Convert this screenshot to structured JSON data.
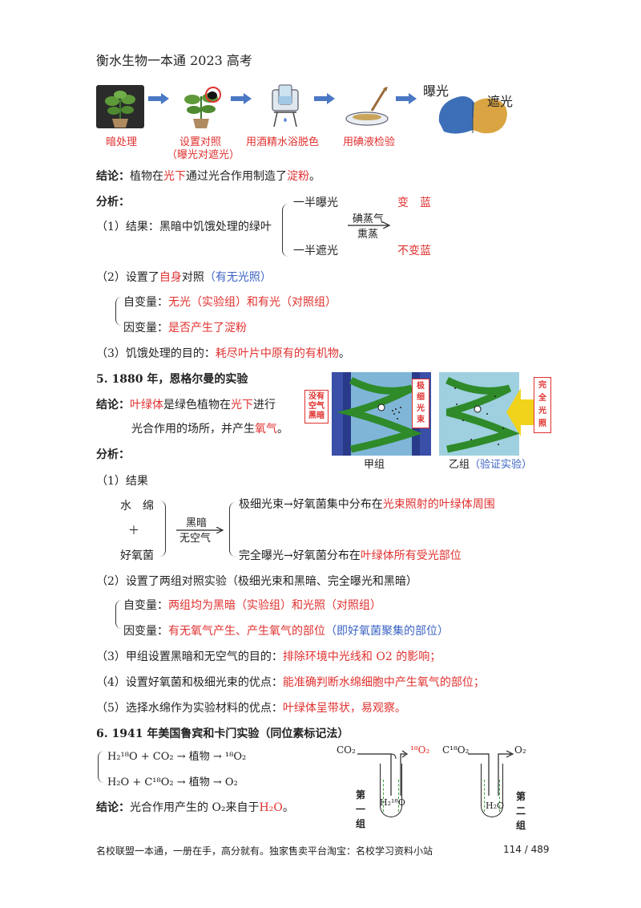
{
  "header": {
    "title": "衡水生物一本通 2023 高考"
  },
  "section4": {
    "steps": [
      {
        "label": "暗处理",
        "sub": ""
      },
      {
        "label": "设置对照",
        "sub": "（曝光对遮光）"
      },
      {
        "label": "用酒精水浴脱色",
        "sub": ""
      },
      {
        "label": "用碘液检验",
        "sub": ""
      }
    ],
    "leaf_labels": {
      "exposed": "曝光",
      "shaded": "遮光"
    },
    "conclusion": {
      "label": "结论：",
      "t1": "植物在",
      "t2": "光下",
      "t3": "通过光合作用制造了",
      "t4": "淀粉",
      "t5": "。"
    },
    "analysis_label": "分析：",
    "result": {
      "lead": "（1）结果：黑暗中饥饿处理的绿叶",
      "branch1": "一半曝光",
      "branch2": "一半遮光",
      "arrow_top": "碘蒸气",
      "arrow_bottom": "熏蒸",
      "res1": "变　蓝",
      "res2": "不变蓝"
    },
    "control": {
      "t1": "（2）设置了",
      "t2": "自身",
      "t3": "对照",
      "t4": "（有无光照）"
    },
    "vars": {
      "indep_label": "自变量：",
      "indep": "无光（实验组）和有光（对照组）",
      "dep_label": "因变量：",
      "dep": "是否产生了淀粉"
    },
    "purpose": {
      "t1": "（3）饥饿处理的目的：",
      "t2": "耗尽叶片中原有的有机物",
      "t3": "。"
    }
  },
  "section5": {
    "title": "5. 1880 年，恩格尔曼的实验",
    "conclusion": {
      "label": "结论：",
      "t1": "叶绿体",
      "t2": "是绿色植物在",
      "t3": "光下",
      "t4": "进行",
      "t5": "光合作用的场所，并产生",
      "t6": "氧气",
      "t7": "。"
    },
    "figure": {
      "left_tag": [
        "没有",
        "空气",
        "黑暗"
      ],
      "mid_tag": [
        "极",
        "细",
        "光",
        "束"
      ],
      "right_tag": [
        "完",
        "全",
        "光",
        "照"
      ],
      "cap1": "甲组",
      "cap2a": "乙组",
      "cap2b": "（验证实验）"
    },
    "analysis_label": "分析：",
    "result_label": "（1）结果",
    "left_top": "水　绵",
    "plus": "＋",
    "left_bottom": "好氧菌",
    "arrow_top": "黑暗",
    "arrow_bottom": "无空气",
    "branch1a": "极细光束→好氧菌集中分布在",
    "branch1b": "光束照射的叶绿体周围",
    "branch2a": "完全曝光→好氧菌分布在",
    "branch2b": "叶绿体所有受光部位",
    "control": "（2）设置了两组对照实验（极细光束和黑暗、完全曝光和黑暗）",
    "vars": {
      "indep_label": "自变量：",
      "indep": "两组均为黑暗（实验组）和光照（对照组）",
      "dep_label": "因变量：",
      "dep": "有无氧气产生、产生氧气的部位",
      "dep_note": "（即好氧菌聚集的部位）"
    },
    "q3": {
      "t1": "（3）甲组设置黑暗和无空气的目的：",
      "t2": "排除环境中光线和 O2 的影响；"
    },
    "q4": {
      "t1": "（4）设置好氧菌和极细光束的优点：",
      "t2": "能准确判断水绵细胞中产生氧气的部位；"
    },
    "q5": {
      "t1": "（5）选择水绵作为实验材料的优点：",
      "t2": "叶绿体呈带状，易观察。"
    }
  },
  "section6": {
    "title": "6. 1941 年美国鲁宾和卡门实验（同位素标记法）",
    "eq1": "H₂¹⁸O + CO₂ → 植物 → ¹⁸O₂",
    "eq2": "H₂O + C¹⁸O₂ → 植物 → O₂",
    "conclusion": {
      "label": "结论：",
      "t1": "光合作用产生的 O₂来自于",
      "t2": "H₂O",
      "t3": "。"
    },
    "fig": {
      "in1": "CO₂",
      "out1": "¹⁸O₂",
      "water1": "H₂¹⁸O",
      "group1": [
        "第",
        "一",
        "组"
      ],
      "in2": "C¹⁸O₂",
      "out2": "O₂",
      "water2": "H₂O",
      "group2": [
        "第",
        "二",
        "组"
      ]
    }
  },
  "footer": {
    "text": "名校联盟一本通，一册在手，高分就有。独家售卖平台淘宝：名校学习资料小站",
    "page": "114 / 489"
  }
}
